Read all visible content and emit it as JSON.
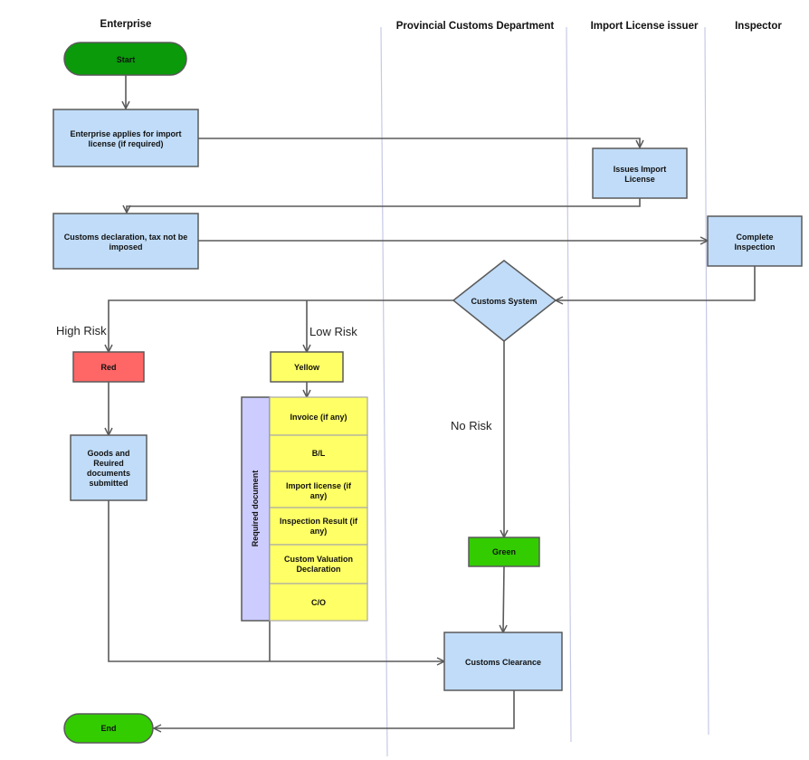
{
  "lanes": {
    "enterprise": "Enterprise",
    "provincial_customs": "Provincial Customs Department",
    "license_issuer": "Import License issuer",
    "inspector": "Inspector"
  },
  "nodes": {
    "start": "Start",
    "apply_license": [
      "Enterprise applies for import",
      "license (if required)"
    ],
    "issue_license": [
      "Issues Import",
      "License"
    ],
    "declaration": [
      "Customs declaration, tax not be",
      "imposed"
    ],
    "inspection": [
      "Complete",
      "Inspection"
    ],
    "customs_system": "Customs System",
    "red": "Red",
    "yellow": "Yellow",
    "green": "Green",
    "goods_docs": [
      "Goods and",
      "Reuired",
      "documents",
      "submitted"
    ],
    "clearance": "Customs Clearance",
    "end": "End"
  },
  "risk_labels": {
    "high": "High Risk",
    "low": "Low Risk",
    "none": "No Risk"
  },
  "required_docs": {
    "title": "Required document",
    "items": [
      [
        "Invoice (if any)"
      ],
      [
        "B/L"
      ],
      [
        "Import license (if",
        "any)"
      ],
      [
        "Inspection Result  (if",
        "any)"
      ],
      [
        "Custom Valuation",
        "Declaration"
      ],
      [
        "C/O"
      ]
    ]
  },
  "colors": {
    "start_fill": "#0a9a0a",
    "end_fill": "#33cc00",
    "process_fill": "#c0dcf8",
    "red_fill": "#ff6666",
    "yellow_fill": "#ffff66",
    "green_fill": "#33cc00",
    "doc_header_fill": "#ccccff"
  }
}
